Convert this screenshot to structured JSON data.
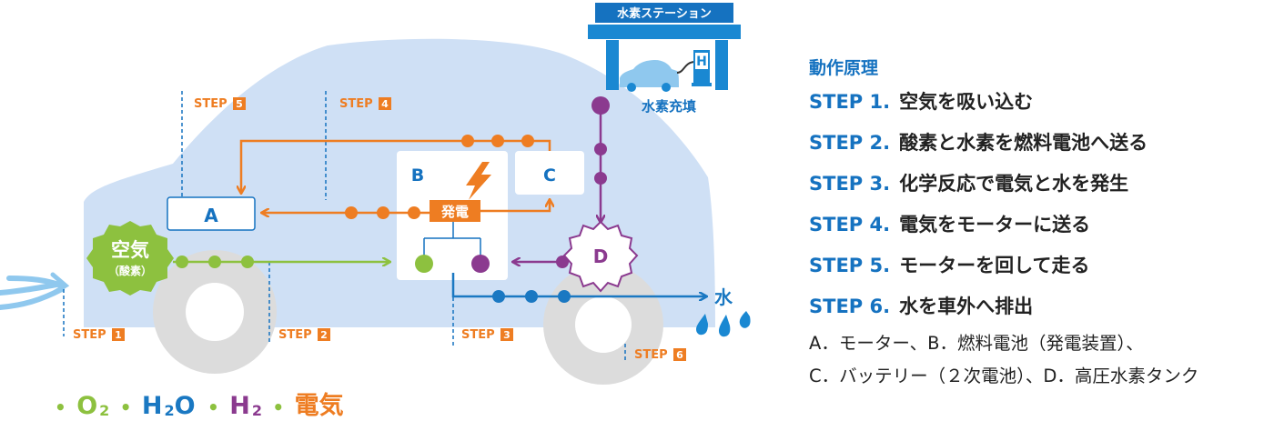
{
  "colors": {
    "oxygen": "#8dc13f",
    "water": "#1a78c2",
    "hydrogen": "#8b3a8f",
    "electricity": "#ee7d22",
    "car_body": "#cfe0f5",
    "tire": "#dcdcdc"
  },
  "diagram": {
    "station_label": "水素ステーション",
    "refuel_label": "水素充填",
    "station_h": "H",
    "box_a": "A",
    "box_b": "B",
    "box_c": "C",
    "tank_d": "D",
    "power_label": "発電",
    "air_label": "空気",
    "air_sub": "（酸素）",
    "water_label": "水",
    "steps": {
      "s1_prefix": "STEP",
      "s1_num": "1",
      "s2_prefix": "STEP",
      "s2_num": "2",
      "s3_prefix": "STEP",
      "s3_num": "3",
      "s4_prefix": "STEP",
      "s4_num": "4",
      "s5_prefix": "STEP",
      "s5_num": "5",
      "s6_prefix": "STEP",
      "s6_num": "6"
    }
  },
  "legend": {
    "bullet": "•",
    "o2_main": "O",
    "o2_sub": "2",
    "h2o_a": "H",
    "h2o_sub": "2",
    "h2o_b": "O",
    "h2_main": "H",
    "h2_sub": "2",
    "electricity": "電気"
  },
  "panel": {
    "title": "動作原理",
    "steps": [
      {
        "label": "STEP 1.",
        "text": "空気を吸い込む"
      },
      {
        "label": "STEP 2.",
        "text": "酸素と水素を燃料電池へ送る"
      },
      {
        "label": "STEP 3.",
        "text": "化学反応で電気と水を発生"
      },
      {
        "label": "STEP 4.",
        "text": "電気をモーターに送る"
      },
      {
        "label": "STEP 5.",
        "text": "モーターを回して走る"
      },
      {
        "label": "STEP 6.",
        "text": "水を車外へ排出"
      }
    ],
    "note_line1": "A．モーター、B．燃料電池（発電装置）、",
    "note_line2": "C．バッテリー（２次電池）、D．高圧水素タンク"
  }
}
